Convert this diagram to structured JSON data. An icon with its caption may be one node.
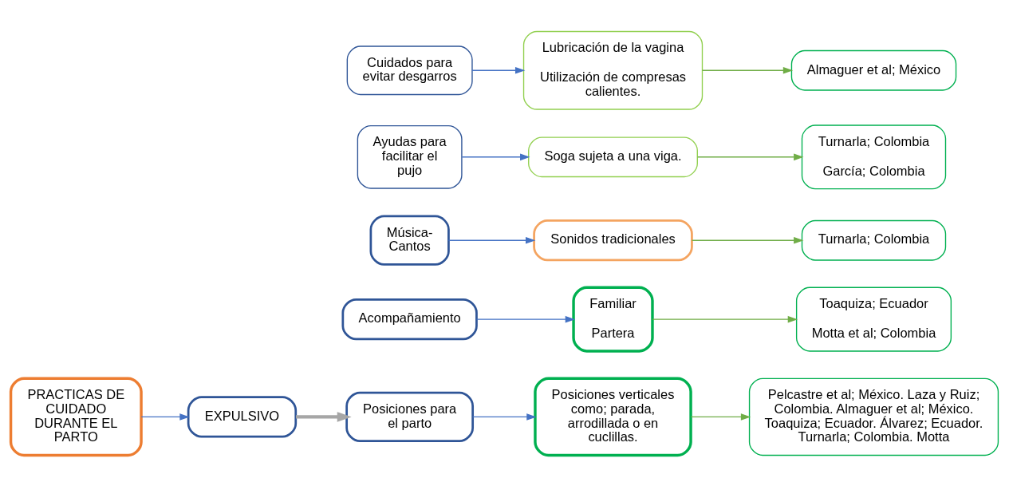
{
  "diagram": {
    "nodes": [
      {
        "text": [
          "PRACTICAS DE CUIDADO DURANTE EL PARTO"
        ]
      },
      {
        "text": [
          "EXPULSIVO"
        ]
      },
      {
        "text": [
          "Acompañamiento"
        ]
      },
      {
        "text": [
          "Familiar",
          "Partera"
        ]
      },
      {
        "text": [
          "Toaquiza; Ecuador",
          "Motta et al; Colombia"
        ]
      },
      {
        "text": [
          "Música- Cantos"
        ]
      },
      {
        "text": [
          "Sonidos tradicionales"
        ]
      },
      {
        "text": [
          "Turnarla; Colombia"
        ]
      },
      {
        "text": [
          "Posiciones para el parto"
        ]
      },
      {
        "text": [
          "Posiciones verticales como; parada, arrodillada o en cuclillas."
        ]
      },
      {
        "text": [
          "Pelcastre et al; México. Laza y Ruiz; Colombia. Almaguer et al; México. Toaquiza; Ecuador. Álvarez; Ecuador. Turnarla; Colombia. Motta"
        ]
      },
      {
        "text": [
          "Ayudas para facilitar el pujo"
        ]
      },
      {
        "text": [
          "Soga sujeta a una viga."
        ]
      },
      {
        "text": [
          "Turnarla; Colombia",
          "García; Colombia"
        ]
      },
      {
        "text": [
          "Cuidados para evitar desgarros"
        ]
      },
      {
        "text": [
          "Lubricación de la vagina",
          "Utilización de compresas calientes."
        ]
      },
      {
        "text": [
          "Almaguer et al; México"
        ]
      }
    ],
    "edges": [
      {
        "from": 0,
        "to": 1,
        "arrow": "to"
      },
      {
        "from": 1,
        "to": 8,
        "arrow": "to",
        "style": "thick",
        "color": "#a6a6a6"
      },
      {
        "from": 2,
        "to": 3,
        "arrow": "to"
      },
      {
        "from": 3,
        "to": 4,
        "arrow": "to",
        "color": "#70ad47"
      },
      {
        "from": 5,
        "to": 6,
        "arrow": "to"
      },
      {
        "from": 6,
        "to": 7,
        "arrow": "to",
        "color": "#70ad47"
      },
      {
        "from": 8,
        "to": 9,
        "arrow": "to"
      },
      {
        "from": 9,
        "to": 10,
        "arrow": "to",
        "color": "#70ad47"
      },
      {
        "from": 11,
        "to": 12,
        "arrow": "to"
      },
      {
        "from": 12,
        "to": 13,
        "arrow": "to",
        "color": "#70ad47"
      },
      {
        "from": 14,
        "to": 15,
        "arrow": "to"
      },
      {
        "from": 15,
        "to": 16,
        "arrow": "to",
        "color": "#70ad47"
      }
    ]
  }
}
